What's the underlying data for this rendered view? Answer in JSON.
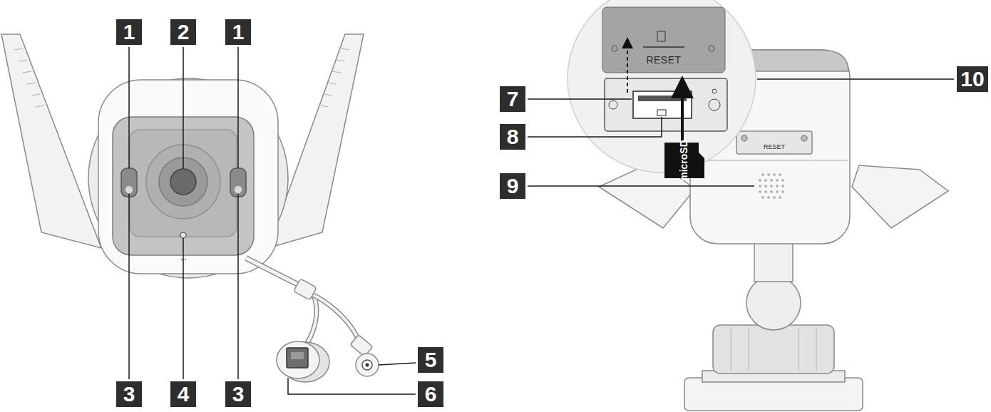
{
  "diagram": {
    "labels": [
      "1",
      "2",
      "1",
      "3",
      "4",
      "3",
      "5",
      "6",
      "7",
      "8",
      "9",
      "10",
      "RESET",
      "RESET",
      "microSD"
    ]
  }
}
